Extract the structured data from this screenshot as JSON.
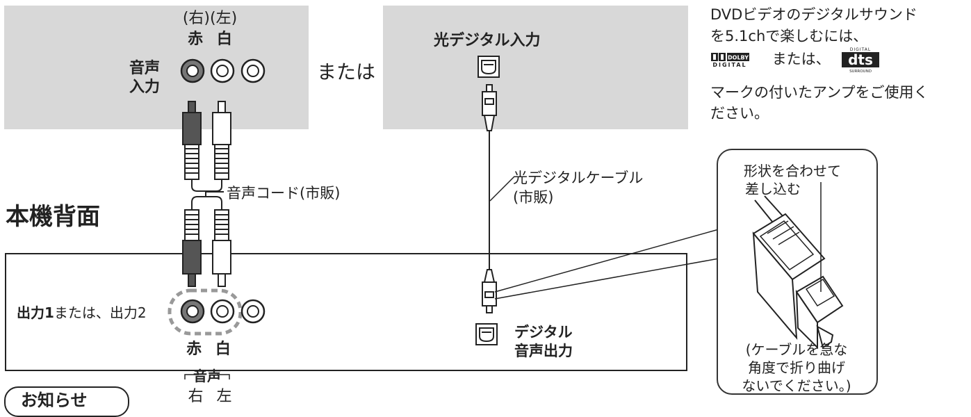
{
  "receiver": {
    "channel_labels": "(右)(左)",
    "color_labels": "赤 白",
    "audio_input_label": [
      "音声",
      "入力"
    ]
  },
  "or_text": "または",
  "optical_input_label": "光デジタル入力",
  "cable_labels": {
    "audio_cord": "音声コード(市販)",
    "optical_cable": [
      "光デジタルケーブル",
      "(市販)"
    ]
  },
  "unit_rear_label": "本機背面",
  "output": {
    "label_bold": "出力1",
    "label_rest": "または、出力2",
    "color_labels": "赤 白",
    "audio_label": "音声",
    "channel_labels": "右 左"
  },
  "digital_audio_output_label": [
    "デジタル",
    "音声出力"
  ],
  "note": {
    "lines": [
      "DVDビデオのデジタルサウンド",
      "を5.1chで楽しむには、",
      "または、",
      "マークの付いたアンプをご使用く",
      "ださい。"
    ],
    "dolby_logo": {
      "top": "DOLBY",
      "bottom": "DIGITAL"
    },
    "dts_logo": {
      "top": "DIGITAL",
      "main": "dts",
      "bottom": "SURROUND"
    }
  },
  "callout": {
    "top_text": [
      "形状を合わせて",
      "差し込む"
    ],
    "bottom_text": [
      "(ケーブルを急な",
      "角度で折り曲げ",
      "ないでください。)"
    ]
  },
  "bottom_tab": "お知らせ",
  "colors": {
    "panel_gray": "#d8d8d8",
    "line": "#222222",
    "red_plug": "#555555"
  }
}
